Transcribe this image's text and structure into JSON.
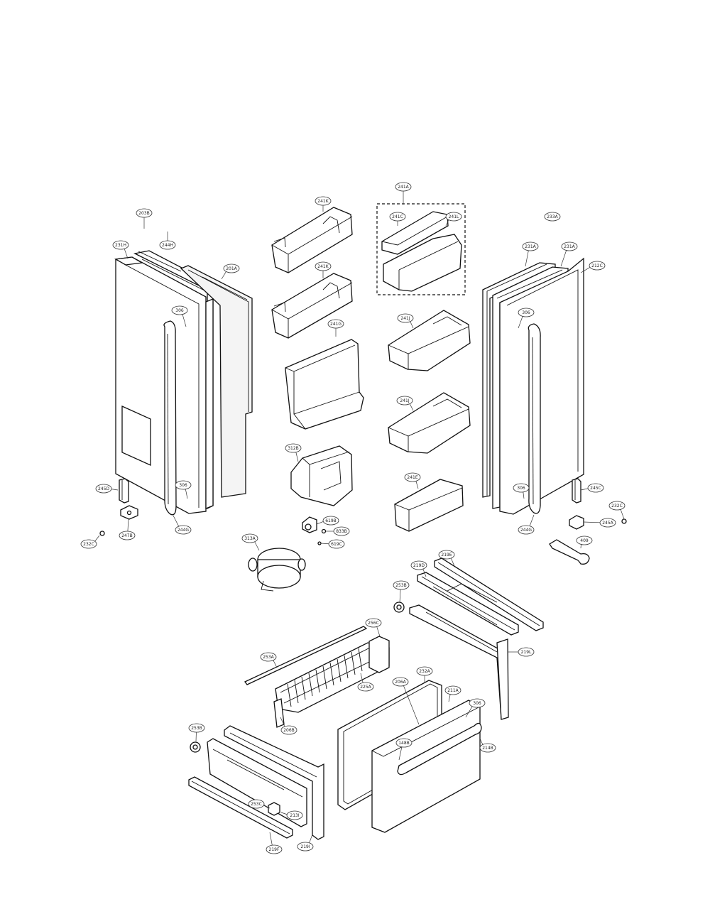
{
  "diagram": {
    "callouts": [
      {
        "id": "c-203b-l",
        "label": "203B"
      },
      {
        "id": "c-231h",
        "label": "231H"
      },
      {
        "id": "c-244h",
        "label": "244H"
      },
      {
        "id": "c-201a",
        "label": "201A"
      },
      {
        "id": "c-306-l",
        "label": "306"
      },
      {
        "id": "c-306b-l",
        "label": "306"
      },
      {
        "id": "c-245d",
        "label": "245D"
      },
      {
        "id": "c-247b",
        "label": "247B"
      },
      {
        "id": "c-232c-l",
        "label": "232C"
      },
      {
        "id": "c-244g-l",
        "label": "244G"
      },
      {
        "id": "c-241k-1",
        "label": "241K"
      },
      {
        "id": "c-241k-2",
        "label": "241K"
      },
      {
        "id": "c-241g",
        "label": "241G"
      },
      {
        "id": "c-312b",
        "label": "312B"
      },
      {
        "id": "c-619b",
        "label": "619B"
      },
      {
        "id": "c-833b",
        "label": "833B"
      },
      {
        "id": "c-619c",
        "label": "619C"
      },
      {
        "id": "c-313a",
        "label": "313A"
      },
      {
        "id": "c-241a",
        "label": "241A"
      },
      {
        "id": "c-241c",
        "label": "241C"
      },
      {
        "id": "c-241l",
        "label": "241L"
      },
      {
        "id": "c-241j-1",
        "label": "241J"
      },
      {
        "id": "c-241j-2",
        "label": "241J"
      },
      {
        "id": "c-241e",
        "label": "241E"
      },
      {
        "id": "c-233a",
        "label": "233A"
      },
      {
        "id": "c-231a-1",
        "label": "231A"
      },
      {
        "id": "c-231a-2",
        "label": "231A"
      },
      {
        "id": "c-212c",
        "label": "212C"
      },
      {
        "id": "c-306-r",
        "label": "306"
      },
      {
        "id": "c-306b-r",
        "label": "306"
      },
      {
        "id": "c-244g-r",
        "label": "244G"
      },
      {
        "id": "c-245c",
        "label": "245C"
      },
      {
        "id": "c-232c-r",
        "label": "232C"
      },
      {
        "id": "c-245a",
        "label": "245A"
      },
      {
        "id": "c-409",
        "label": "409"
      },
      {
        "id": "c-219e",
        "label": "219E"
      },
      {
        "id": "c-219d",
        "label": "219D"
      },
      {
        "id": "c-253b-1",
        "label": "253B"
      },
      {
        "id": "c-256c",
        "label": "256C"
      },
      {
        "id": "c-219l",
        "label": "219L"
      },
      {
        "id": "c-253a",
        "label": "253A"
      },
      {
        "id": "c-225a",
        "label": "225A"
      },
      {
        "id": "c-206b",
        "label": "206B"
      },
      {
        "id": "c-206a",
        "label": "206A"
      },
      {
        "id": "c-232a",
        "label": "232A"
      },
      {
        "id": "c-211a",
        "label": "211A"
      },
      {
        "id": "c-306-d",
        "label": "306"
      },
      {
        "id": "c-214b",
        "label": "214B"
      },
      {
        "id": "c-148b",
        "label": "148B"
      },
      {
        "id": "c-253b-2",
        "label": "253B"
      },
      {
        "id": "c-253c",
        "label": "253C"
      },
      {
        "id": "c-213i",
        "label": "213I"
      },
      {
        "id": "c-219i",
        "label": "219I"
      },
      {
        "id": "c-219f",
        "label": "219F"
      }
    ]
  }
}
